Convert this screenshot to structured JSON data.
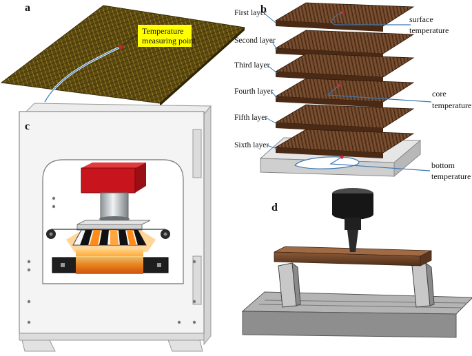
{
  "panels": {
    "a": {
      "label": "a",
      "callout_line1": "Temperature",
      "callout_line2": "measuring point"
    },
    "b": {
      "label": "b",
      "layers": [
        "First layer",
        "Second layer",
        "Third layer",
        "Fourth layer",
        "Fifth layer",
        "Sixth layer"
      ],
      "surface_line1": "surface",
      "surface_line2": "temperature",
      "core_line1": "core",
      "core_line2": "temperature",
      "bottom_line1": "bottom",
      "bottom_line2": "temperature"
    },
    "c": {
      "label": "c"
    },
    "d": {
      "label": "d"
    }
  },
  "colors": {
    "wood_dark": "#5a3a22",
    "wood_mid": "#7a5034",
    "grid_mesh": "#6b5a12",
    "callout_box": "#ffff00",
    "press_red": "#c8141c",
    "heat_orange": "#ff8c1a",
    "leader_blue": "#3c78b4",
    "marker_red": "#d0202a"
  }
}
